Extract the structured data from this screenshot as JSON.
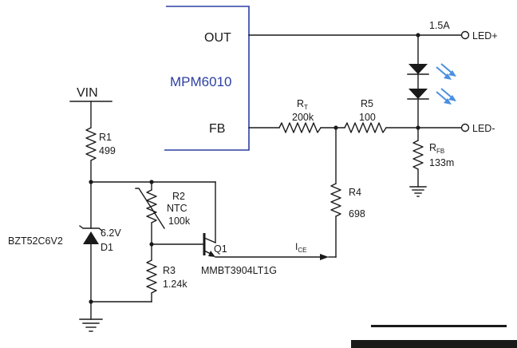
{
  "ic": {
    "name": "MPM6010",
    "pin_out": "OUT",
    "pin_fb": "FB"
  },
  "supply": {
    "vin": "VIN"
  },
  "outputs": {
    "current": "1.5A",
    "led_plus": "LED+",
    "led_minus": "LED-"
  },
  "components": {
    "r1": {
      "name": "R1",
      "value": "499"
    },
    "rt": {
      "name": "R",
      "sub": "T",
      "value": "200k"
    },
    "r5": {
      "name": "R5",
      "value": "100"
    },
    "rfb": {
      "name": "R",
      "sub": "FB",
      "value": "133m"
    },
    "r4": {
      "name": "R4",
      "value": "698"
    },
    "r2": {
      "name": "R2",
      "type": "NTC",
      "value": "100k"
    },
    "r3": {
      "name": "R3",
      "value": "1.24k"
    },
    "d1": {
      "part": "BZT52C6V2",
      "voltage": "6.2V",
      "name": "D1"
    },
    "q1": {
      "name": "Q1",
      "part": "MMBT3904LT1G"
    },
    "ice": {
      "name": "I",
      "sub": "CE"
    }
  },
  "colors": {
    "ic": "#2c3fa3",
    "led_light": "#4a90e2",
    "wire": "#1a1a1a"
  }
}
